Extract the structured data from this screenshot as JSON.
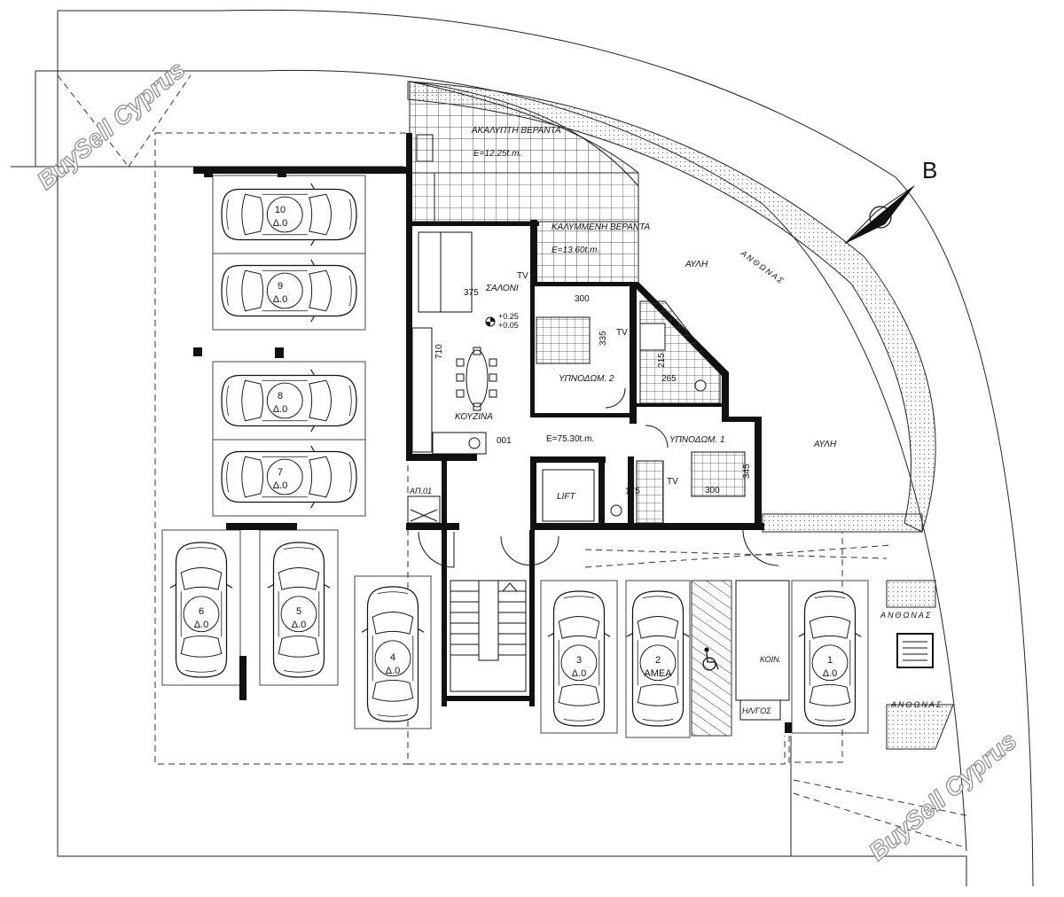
{
  "watermark": "BuySell Cyprus",
  "north_label": "B",
  "rooms": {
    "uncovered_veranda": "ΑΚΑΛΥΠΤΗ ΒΕΡΑΝΤΑ",
    "uncovered_veranda_area": "E=12.25t.m.",
    "covered_veranda": "ΚΑΛΥΜΜΕΝΗ ΒΕΡΑΝΤΑ",
    "covered_veranda_area": "E=13.60t.m.",
    "saloni": "ΣΑΛΟΝΙ",
    "kitchen": "ΚΟΥΖΙΝΑ",
    "bedroom2": "ΥΠΝΟΔΩΜ. 2",
    "bedroom1": "ΥΠΝΟΔΩΜ. 1",
    "yard1": "ΑΥΛΗ",
    "yard2": "ΑΥΛΗ",
    "lift": "LIFT",
    "ap01": "ΑΠ.01",
    "koin": "ΚΟΙΝ.",
    "hlgos": "ΗΛ/ΓΟΣ",
    "street1": "ΑΝΘΩΝΑΣ",
    "street2": "ΑΝΘΩΝΑΣ",
    "street3": "ΑΝΘΩΝΑΣ",
    "apt_number": "001",
    "apt_area": "E=75.30t.m."
  },
  "dimensions": {
    "d375": "375",
    "d300a": "300",
    "d335": "335",
    "d710": "710",
    "d265": "265",
    "d300b": "300",
    "d175": "175",
    "d215": "215",
    "d345": "345",
    "level_a": "+0.25",
    "level_b": "+0.05"
  },
  "tv_labels": [
    "TV",
    "TV",
    "TV"
  ],
  "parking": [
    {
      "num": "10",
      "code": "Δ.0"
    },
    {
      "num": "9",
      "code": "Δ.0"
    },
    {
      "num": "8",
      "code": "Δ.0"
    },
    {
      "num": "7",
      "code": "Δ.0"
    },
    {
      "num": "6",
      "code": "Δ.0"
    },
    {
      "num": "5",
      "code": "Δ.0"
    },
    {
      "num": "4",
      "code": "Δ.0"
    },
    {
      "num": "3",
      "code": "Δ.0"
    },
    {
      "num": "2",
      "code": "ΑΜΕΑ"
    },
    {
      "num": "1",
      "code": "Δ.0"
    }
  ],
  "icons": [
    "compass-icon",
    "wheelchair-icon",
    "car-icon"
  ]
}
